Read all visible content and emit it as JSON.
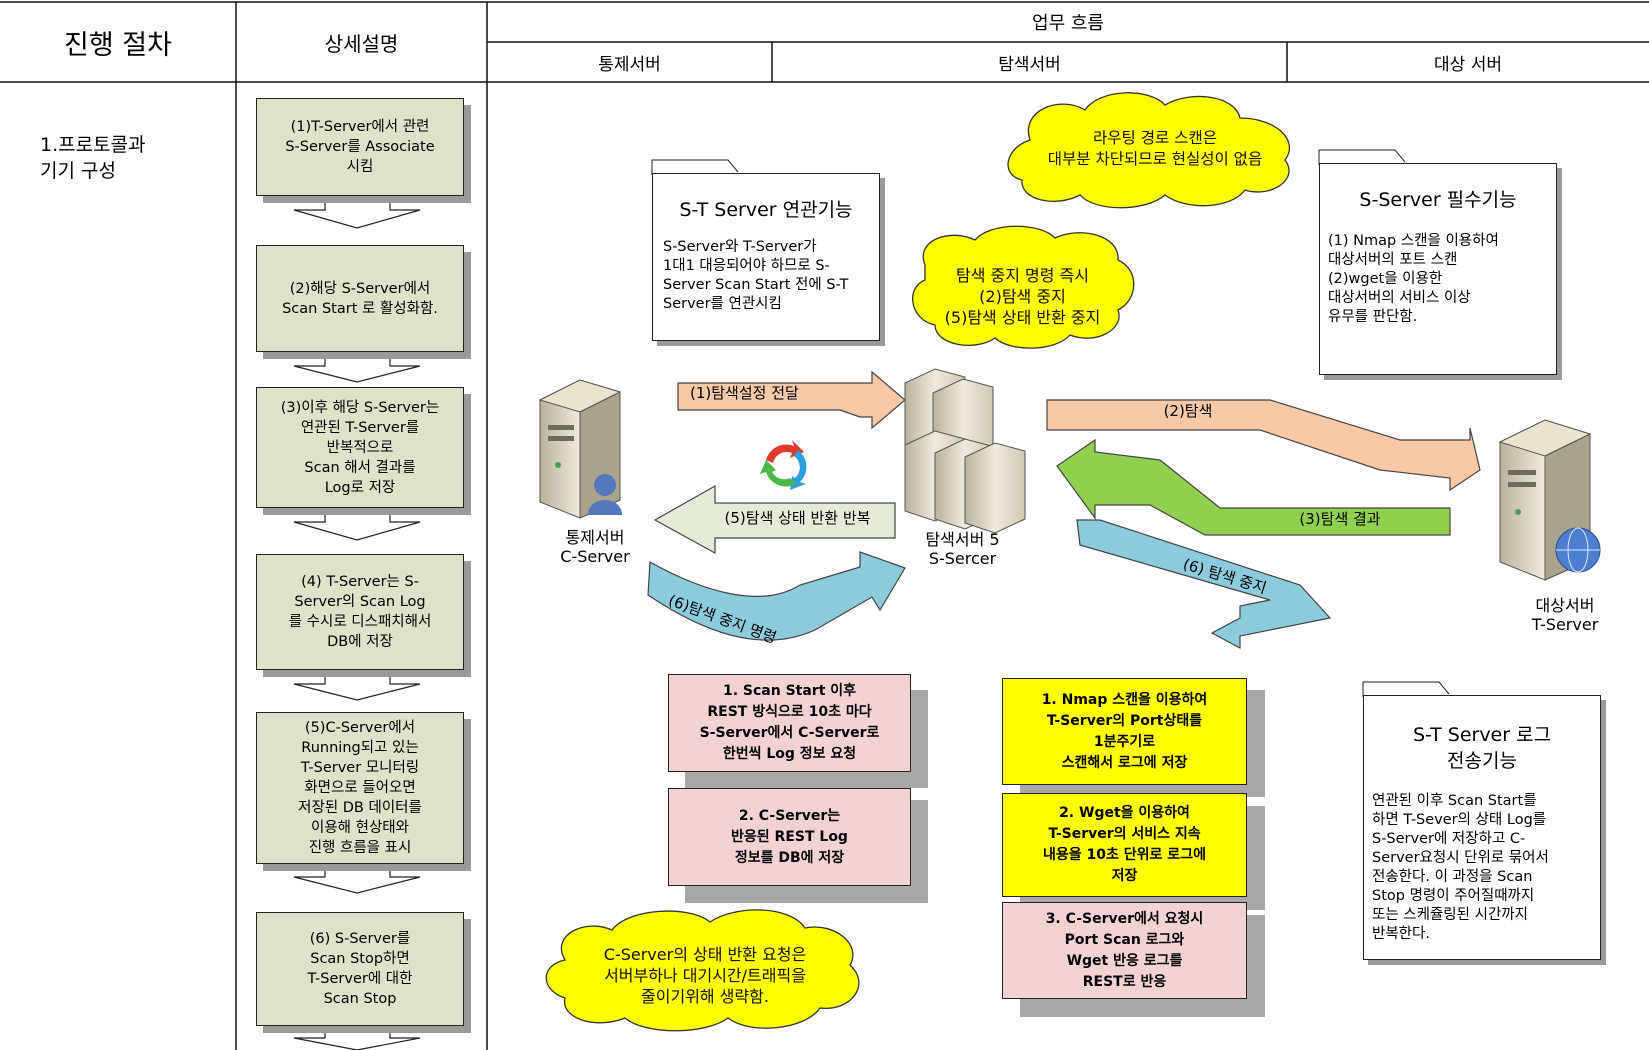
{
  "header": {
    "col_procedure": "진행 절차",
    "col_detail": "상세설명",
    "col_flow": "업무 흐름",
    "sub_control": "통제서버",
    "sub_search": "탐색서버",
    "sub_target": "대상 서버"
  },
  "procedure": {
    "item1": "1.프로토콜과\n 기기 구성"
  },
  "steps": [
    "(1)T-Server에서  관련\nS-Server를 Associate\n시킴",
    "(2)해당 S-Server에서\nScan Start 로 활성화함.",
    "(3)이후 해당 S-Server는\n연관된 T-Server를\n반복적으로\nScan 해서 결과를\nLog로 저장",
    "(4) T-Server는 S-\nServer의 Scan Log\n를 수시로 디스패치해서\nDB에 저장",
    "(5)C-Server에서\nRunning되고 있는\nT-Server 모니터링\n화면으로 들어오면\n저장된 DB 데이터를\n이용해 현상태와\n진행 흐름을 표시",
    "(6) S-Server를\nScan Stop하면\nT-Server에 대한\nScan Stop"
  ],
  "notes": {
    "st_assoc_title": "S-T Server 연관기능",
    "st_assoc_body": "S-Server와 T-Server가\n1대1 대응되어야 하므로 S-\nServer Scan Start 전에 S-T\nServer를 연관시킴",
    "s_required_title": "S-Server 필수기능",
    "s_required_body": "(1) Nmap 스캔을 이용하여\n대상서버의 포트 스캔\n(2)wget을 이용한\n대상서버의 서비스 이상\n유무를 판단함.",
    "st_log_title": "S-T Server 로그\n전송기능",
    "st_log_body": "연관된 이후 Scan Start를\n하면 T-Sever의 상태 Log를\nS-Server에 저장하고 C-\nServer요청시 단위로 묶어서\n전송한다. 이 과정을 Scan\nStop 명령이 주어질때까지\n또는 스케쥴링된 시간까지\n반복한다."
  },
  "clouds": {
    "routing": "라우팅 경로 스캔은\n대부분 차단되므로 현실성이 없음",
    "stop_cmd": "탐색 중지 명령 즉시\n(2)탐색 중지\n(5)탐색 상태 반환 중지",
    "cserver_note": "C-Server의 상태 반환 요청은\n서버부하나 대기시간/트래픽을\n줄이기위해 생략함."
  },
  "arrows": {
    "a1": "(1)탐색설정 전달",
    "a2": "(2)탐색",
    "a3": "(3)탐색 결과",
    "a5": "(5)탐색 상태 반환 반복",
    "a6_stop_cmd": "(6)탐색 중지 명령",
    "a6_stop": "(6) 탐색 중지"
  },
  "servers": {
    "control": "통제서버\nC-Server",
    "search": "탐색서버 5\nS-Sercer",
    "target": "대상서버\nT-Server"
  },
  "boxes": {
    "pink1": "1. Scan Start 이후\nREST 방식으로 10초 마다\nS-Server에서 C-Server로\n한번씩 Log 정보 요청",
    "pink2": "2. C-Server는\n반응된 REST Log\n정보를 DB에 저장",
    "yellow1": "1. Nmap 스캔을 이용하여\nT-Server의 Port상태를\n1분주기로\n스캔해서 로그에 저장",
    "yellow2": "2. Wget을 이용하여\nT-Server의 서비스 지속\n내용을 10초 단위로 로그에\n저장",
    "pink3": "3. C-Server에서 요청시\nPort Scan 로그와\nWget 반응 로그를\nREST로 반응"
  },
  "colors": {
    "step_fill": "#dce3c8",
    "arrow_orange": "#f9c8a6",
    "arrow_green": "#8fd14f",
    "arrow_blue": "#8ccbdc",
    "arrow_pale": "#e4ecd8",
    "cloud_yellow": "#ffff00",
    "box_pink": "#f2d2d2",
    "box_yellow": "#ffff00"
  }
}
